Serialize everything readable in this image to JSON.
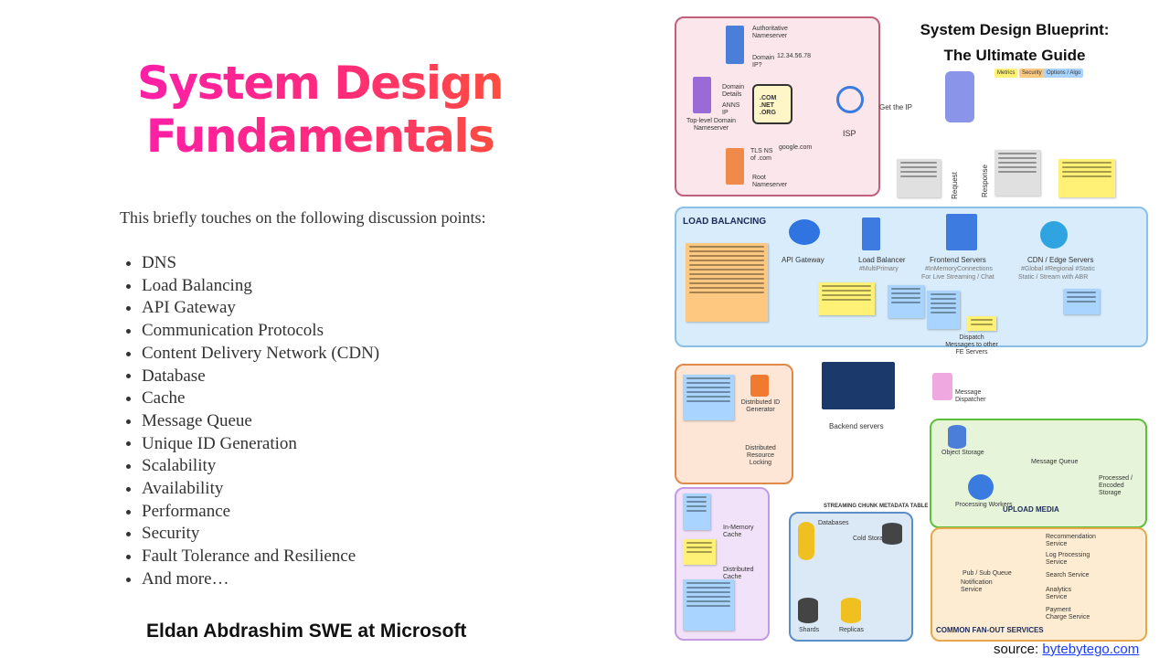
{
  "title": {
    "line1": "System Design",
    "line2": "Fundamentals"
  },
  "intro": "This briefly touches on the following discussion points:",
  "topics": [
    "DNS",
    "Load Balancing",
    "API Gateway",
    "Communication Protocols",
    "Content Delivery Network (CDN)",
    "Database",
    "Cache",
    "Message Queue",
    "Unique ID Generation",
    "Scalability",
    "Availability",
    "Performance",
    "Security",
    "Fault Tolerance and Resilience",
    "And more…"
  ],
  "author": "Eldan Abdrashim SWE at Microsoft",
  "source": {
    "label": "source:",
    "link": "bytebytego.com"
  },
  "diagram": {
    "title_line1": "System Design Blueprint:",
    "title_line2": "The Ultimate Guide",
    "legend": [
      "Metrics",
      "Security",
      "Options / Algo"
    ],
    "dns": {
      "authoritative": "Authoritative Nameserver",
      "domain_ip": "Domain IP?",
      "ip": "12.34.56.78",
      "domain_details": "Domain Details",
      "anns_ip": "ANNS IP",
      "tld": "Top-level Domain Nameserver",
      "tlds": ".COM .NET .ORG",
      "tls_ns": "TLS NS of .com",
      "google": "google.com",
      "root": "Root Nameserver",
      "isp": "ISP",
      "get_ip": "Get the IP"
    },
    "request": "Request",
    "response": "Response",
    "lb": {
      "title": "LOAD BALANCING",
      "api_gateway": "API Gateway",
      "load_balancer": "Load Balancer",
      "load_balancer_tag": "#MultiPrimary",
      "frontend": "Frontend Servers",
      "frontend_tag1": "#InMemoryConnections",
      "frontend_tag2": "For Live Streaming / Chat",
      "cdn": "CDN / Edge Servers",
      "cdn_tag1": "#Global #Regional #Static",
      "cdn_tag2": "Static / Stream with ABR",
      "dispatch": "Dispatch Messages to other FE Servers"
    },
    "mid": {
      "id_gen": "Distributed ID Generator",
      "dist_lock": "Distributed Resource Locking",
      "backend": "Backend servers",
      "message_dispatcher": "Message Dispatcher"
    },
    "upload": {
      "title": "UPLOAD MEDIA",
      "object_storage": "Object Storage",
      "message_queue": "Message Queue",
      "processing": "Processing Workers",
      "processed": "Processed / Encoded Storage",
      "streaming_table": "STREAMING CHUNK METADATA TABLE"
    },
    "cache": {
      "in_memory": "In-Memory Cache",
      "distributed": "Distributed Cache"
    },
    "db": {
      "databases": "Databases",
      "cold": "Cold Storage",
      "shards": "Shards",
      "replicas": "Replicas"
    },
    "fanout": {
      "title": "COMMON FAN-OUT SERVICES",
      "pubsub": "Pub / Sub Queue",
      "notification": "Notification Service",
      "services": [
        "Recommendation Service",
        "Log Processing Service",
        "Search Service",
        "Analytics Service",
        "Payment Charge Service"
      ]
    }
  }
}
